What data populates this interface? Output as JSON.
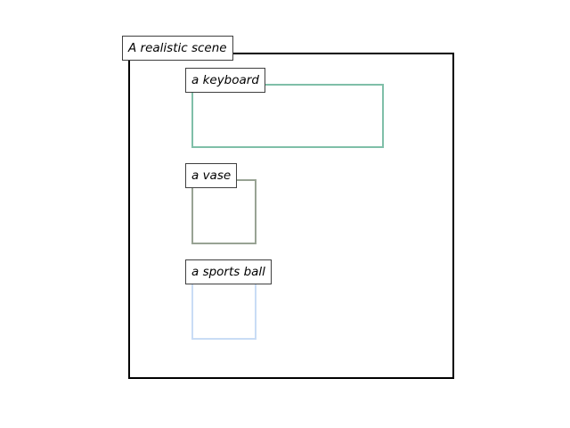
{
  "scene": {
    "title": "A realistic scene",
    "frame_color": "#000000"
  },
  "objects": [
    {
      "label": "a keyboard",
      "color": "#7fbfa8"
    },
    {
      "label": "a vase",
      "color": "#98a394"
    },
    {
      "label": "a sports ball",
      "color": "#c9dcf5"
    }
  ]
}
